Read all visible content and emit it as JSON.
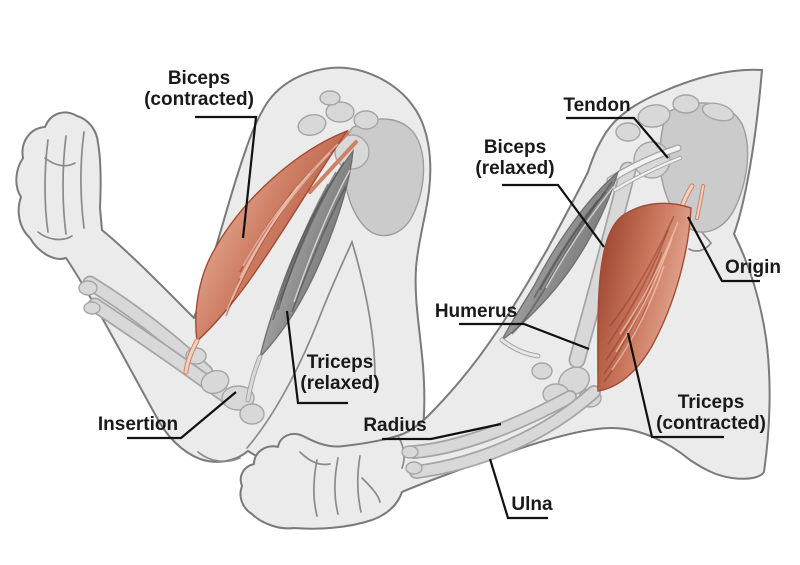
{
  "diagram": {
    "subject": "arm muscle contraction",
    "figure_left": "flexed arm with biceps contracted",
    "figure_right": "extended arm with triceps contracted"
  },
  "labels": {
    "biceps_contracted": {
      "line1": "Biceps",
      "line2": "(contracted)"
    },
    "triceps_relaxed": {
      "line1": "Triceps",
      "line2": "(relaxed)"
    },
    "insertion": {
      "line1": "Insertion"
    },
    "tendon": {
      "line1": "Tendon"
    },
    "biceps_relaxed": {
      "line1": "Biceps",
      "line2": "(relaxed)"
    },
    "origin": {
      "line1": "Origin"
    },
    "humerus": {
      "line1": "Humerus"
    },
    "radius": {
      "line1": "Radius"
    },
    "ulna": {
      "line1": "Ulna"
    },
    "triceps_contracted": {
      "line1": "Triceps",
      "line2": "(contracted)"
    }
  },
  "colors": {
    "background": "#ffffff",
    "skin": "#ebebeb",
    "outline": "#7a7a7a",
    "bone": "#d8d8d8",
    "bone_outline": "#a5a5a5",
    "muscle_red": "#c4705a",
    "muscle_red_dark": "#8e3a26",
    "muscle_red_light": "#eec3b2",
    "muscle_gray": "#969696",
    "muscle_gray_dark": "#4e4e4e",
    "tendon_white": "#f2f2f2",
    "label_text": "#1a1a1a",
    "leader_line": "#111111"
  }
}
